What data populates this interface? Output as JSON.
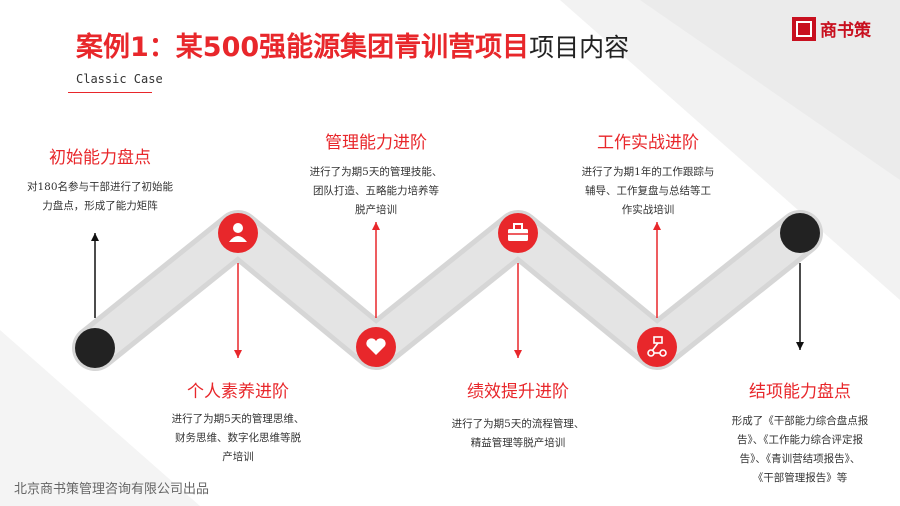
{
  "header": {
    "title_red": "案例1：某500强能源集团青训营项目",
    "title_black": "项目内容",
    "subtitle": "Classic Case"
  },
  "logo": {
    "text": "商书策",
    "icon": "brand-logo-icon"
  },
  "colors": {
    "accent": "#e8272b",
    "dark": "#222222",
    "band": "#d9d9d9"
  },
  "stages": [
    {
      "title": "初始能力盘点",
      "desc": "对180名参与干部进行了初始能力盘点，形成了能力矩阵",
      "desc_lines": [
        "对180名参与干部进行了初始能",
        "力盘点，形成了能力矩阵"
      ],
      "icon": "none",
      "arrow": "up",
      "node_color": "#222222"
    },
    {
      "title": "个人素养进阶",
      "desc_lines": [
        "进行了为期5天的管理思维、",
        "财务思维、数字化思维等脱",
        "产培训"
      ],
      "icon": "person-icon",
      "arrow": "down",
      "node_color": "#e8272b"
    },
    {
      "title": "管理能力进阶",
      "desc_lines": [
        "进行了为期5天的管理技能、",
        "团队打造、五略能力培养等",
        "脱产培训"
      ],
      "icon": "heart-icon",
      "arrow": "up",
      "node_color": "#e8272b"
    },
    {
      "title": "绩效提升进阶",
      "desc_lines": [
        "进行了为期5天的流程管理、",
        "精益管理等脱产培训"
      ],
      "icon": "toolbox-icon",
      "arrow": "down",
      "node_color": "#e8272b"
    },
    {
      "title": "工作实战进阶",
      "desc_lines": [
        "进行了为期1年的工作跟踪与",
        "辅导、工作复盘与总结等工",
        "作实战培训"
      ],
      "icon": "robot-icon",
      "arrow": "up",
      "node_color": "#e8272b"
    },
    {
      "title": "结项能力盘点",
      "desc_lines": [
        "形成了《干部能力综合盘点报",
        "告》、《工作能力综合评定报",
        "告》、《青训营结项报告》、",
        "《干部管理报告》等"
      ],
      "icon": "none",
      "arrow": "down",
      "node_color": "#222222"
    }
  ],
  "footer": "北京商书策管理咨询有限公司出品"
}
